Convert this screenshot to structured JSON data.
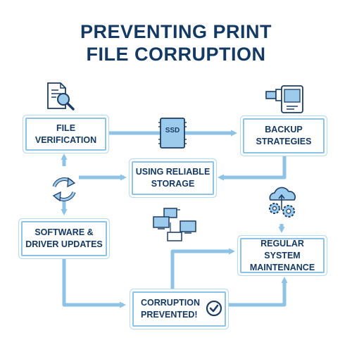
{
  "title": {
    "line1": "PREVENTING PRINT",
    "line2": "FILE CORRUPTION"
  },
  "nodes": {
    "file_verification": {
      "line1": "FILE",
      "line2": "VERIFICATION"
    },
    "backup_strategies": {
      "line1": "BACKUP",
      "line2": "STRATEGIES"
    },
    "reliable_storage": {
      "line1": "USING RELIABLE",
      "line2": "STORAGE"
    },
    "software_updates": {
      "line1": "SOFTWARE &",
      "line2": "DRIVER UPDATES"
    },
    "system_maintenance": {
      "line1": "REGULAR SYSTEM",
      "line2": "MAINTENANCE"
    },
    "corruption_prevented": {
      "line1": "CORRUPTION",
      "line2": "PREVENTED!"
    }
  },
  "icons": {
    "ssd_label": "SSD",
    "names": [
      "document-search-icon",
      "usb-drive-icon",
      "ssd-icon",
      "refresh-cycle-icon",
      "network-computers-icon",
      "cloud-gears-icon",
      "check-circle-icon"
    ]
  },
  "colors": {
    "title": "#143a63",
    "box_border": "#8ec3e6",
    "arrow": "#8ec3e6",
    "icon_stroke": "#1d3d63",
    "icon_fill": "#9ccbec"
  }
}
